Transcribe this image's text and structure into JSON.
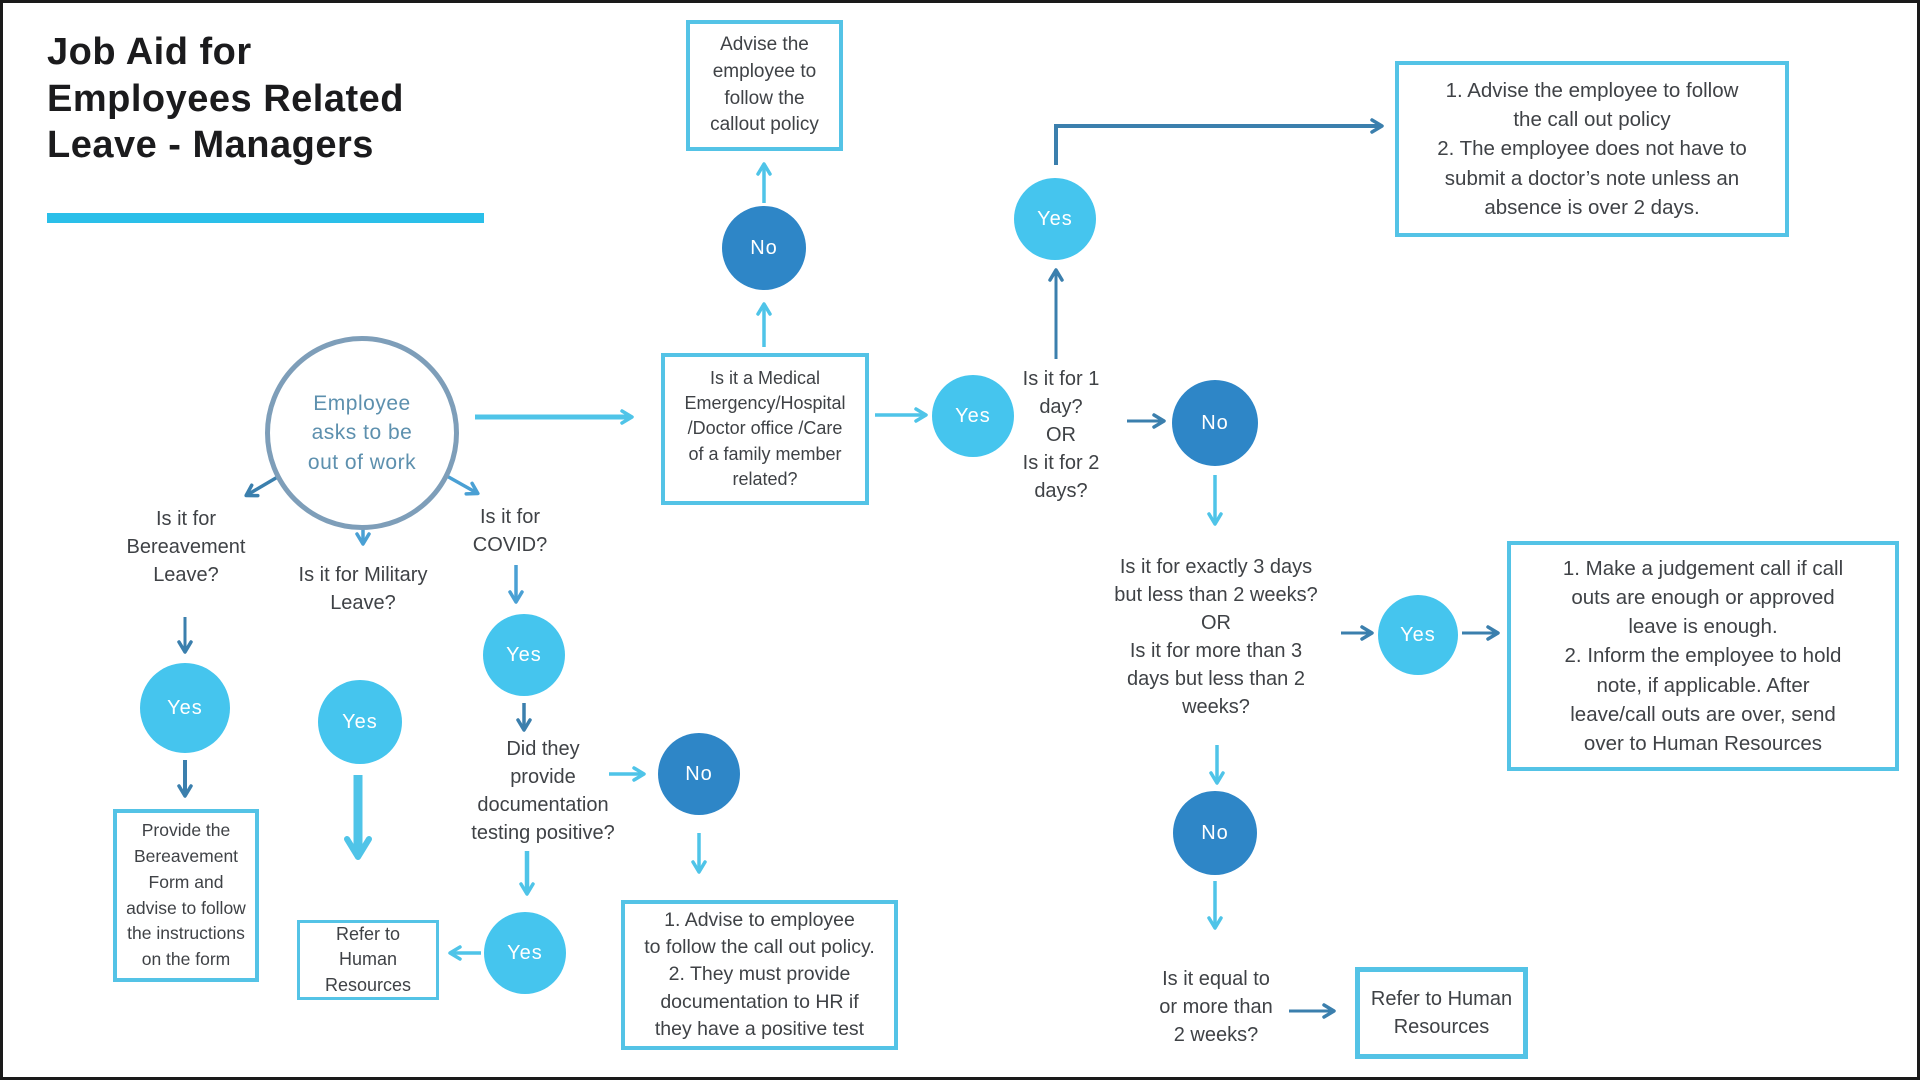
{
  "page": {
    "title": "Job Aid for\nEmployees Related\nLeave - Managers"
  },
  "labels": {
    "yes": "Yes",
    "no": "No"
  },
  "nodes": {
    "start": "Employee\nasks to be\nout of work",
    "advise_callout": "Advise the\nemployee to\nfollow the\ncallout policy",
    "medical_q": "Is it a Medical\nEmergency/Hospital\n/Doctor office /Care\nof a family member\nrelated?",
    "one_two_days_q": "Is it for 1\nday?\nOR\nIs it for 2\ndays?",
    "advise_no_note": "1.  Advise the employee to follow\nthe call out policy\n2. The employee does not have to\nsubmit a doctor’s note unless an\nabsence is over 2 days.",
    "three_days_q": "Is it for exactly 3 days\nbut less than 2 weeks?\nOR\nIs it for more than 3\ndays but less than 2\nweeks?",
    "judgement": "1.    Make a judgement call if call\nouts are enough or approved\nleave is enough.\n2.    Inform the employee to hold\nnote, if applicable. After\nleave/call outs are over, send\nover to Human Resources",
    "two_weeks_q": "Is it equal to\nor more than\n2 weeks?",
    "refer_hr_right": "Refer to Human\nResources",
    "bereavement_q": "Is it for\nBereavement\nLeave?",
    "military_q": "Is it for Military\nLeave?",
    "covid_q": "Is it for\nCOVID?",
    "bereavement_action": "Provide the\nBereavement\nForm and\nadvise to follow\nthe instructions\non the form",
    "refer_hr_left": "Refer to Human\nResources",
    "docs_q": "Did they\nprovide\ndocumentation\ntesting positive?",
    "covid_action": "1.    Advise to employee\nto follow the call out policy.\n2.  They must provide\ndocumentation to HR if\nthey have a positive test"
  },
  "colors": {
    "yes_circle": "#45c5ee",
    "no_circle": "#2e86c7",
    "box_border": "#54c3e6",
    "arrow_cyan": "#4fc4e8",
    "arrow_steel": "#3b7fad",
    "arrow_medium": "#4aa0d4",
    "start_circle_border": "#7e9eb9",
    "title_underline": "#2abfe9"
  }
}
